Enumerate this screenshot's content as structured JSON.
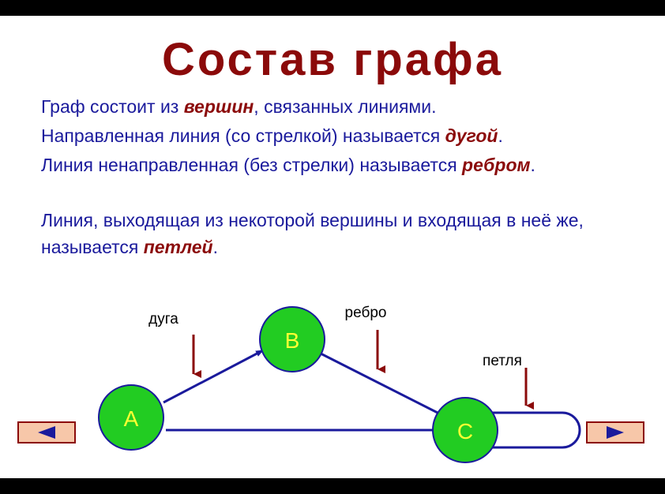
{
  "title": "Состав графа",
  "paragraphs": {
    "p1": {
      "a": "Граф состоит из ",
      "em": "вершин",
      "b": ", связанных линиями."
    },
    "p2": {
      "a": "Направленная линия (со стрелкой) называется ",
      "em": "дугой",
      "b": "."
    },
    "p3": {
      "a": "Линия ненаправленная (без стрелки) называется ",
      "em": "ребром",
      "b": "."
    },
    "p4": {
      "a": "Линия, выходящая из некоторой вершины и входящая в неё же, называется ",
      "em": "петлей",
      "b": "."
    }
  },
  "diagram": {
    "nodes": {
      "a": "A",
      "b": "B",
      "c": "C"
    },
    "labels": {
      "arc": "дуга",
      "edge": "ребро",
      "loop": "петля"
    },
    "colors": {
      "node_fill": "#22cc22",
      "node_stroke": "#1a1a9c",
      "node_text": "#ffff33",
      "line": "#1a1a9c",
      "pointer": "#8b0a0a"
    }
  },
  "nav": {
    "prev_icon": "triangle-left-icon",
    "next_icon": "triangle-right-icon"
  }
}
